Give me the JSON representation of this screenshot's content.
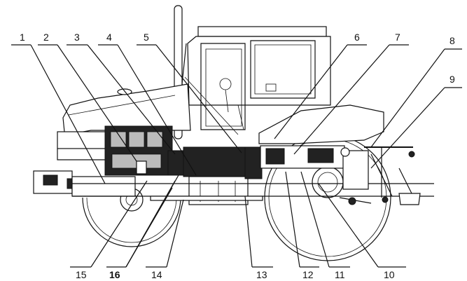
{
  "callouts": {
    "top": [
      "1",
      "2",
      "3",
      "4",
      "5",
      "6",
      "7",
      "8",
      "9"
    ],
    "bottom": [
      "10",
      "11",
      "12",
      "13",
      "14",
      "16",
      "15"
    ]
  }
}
